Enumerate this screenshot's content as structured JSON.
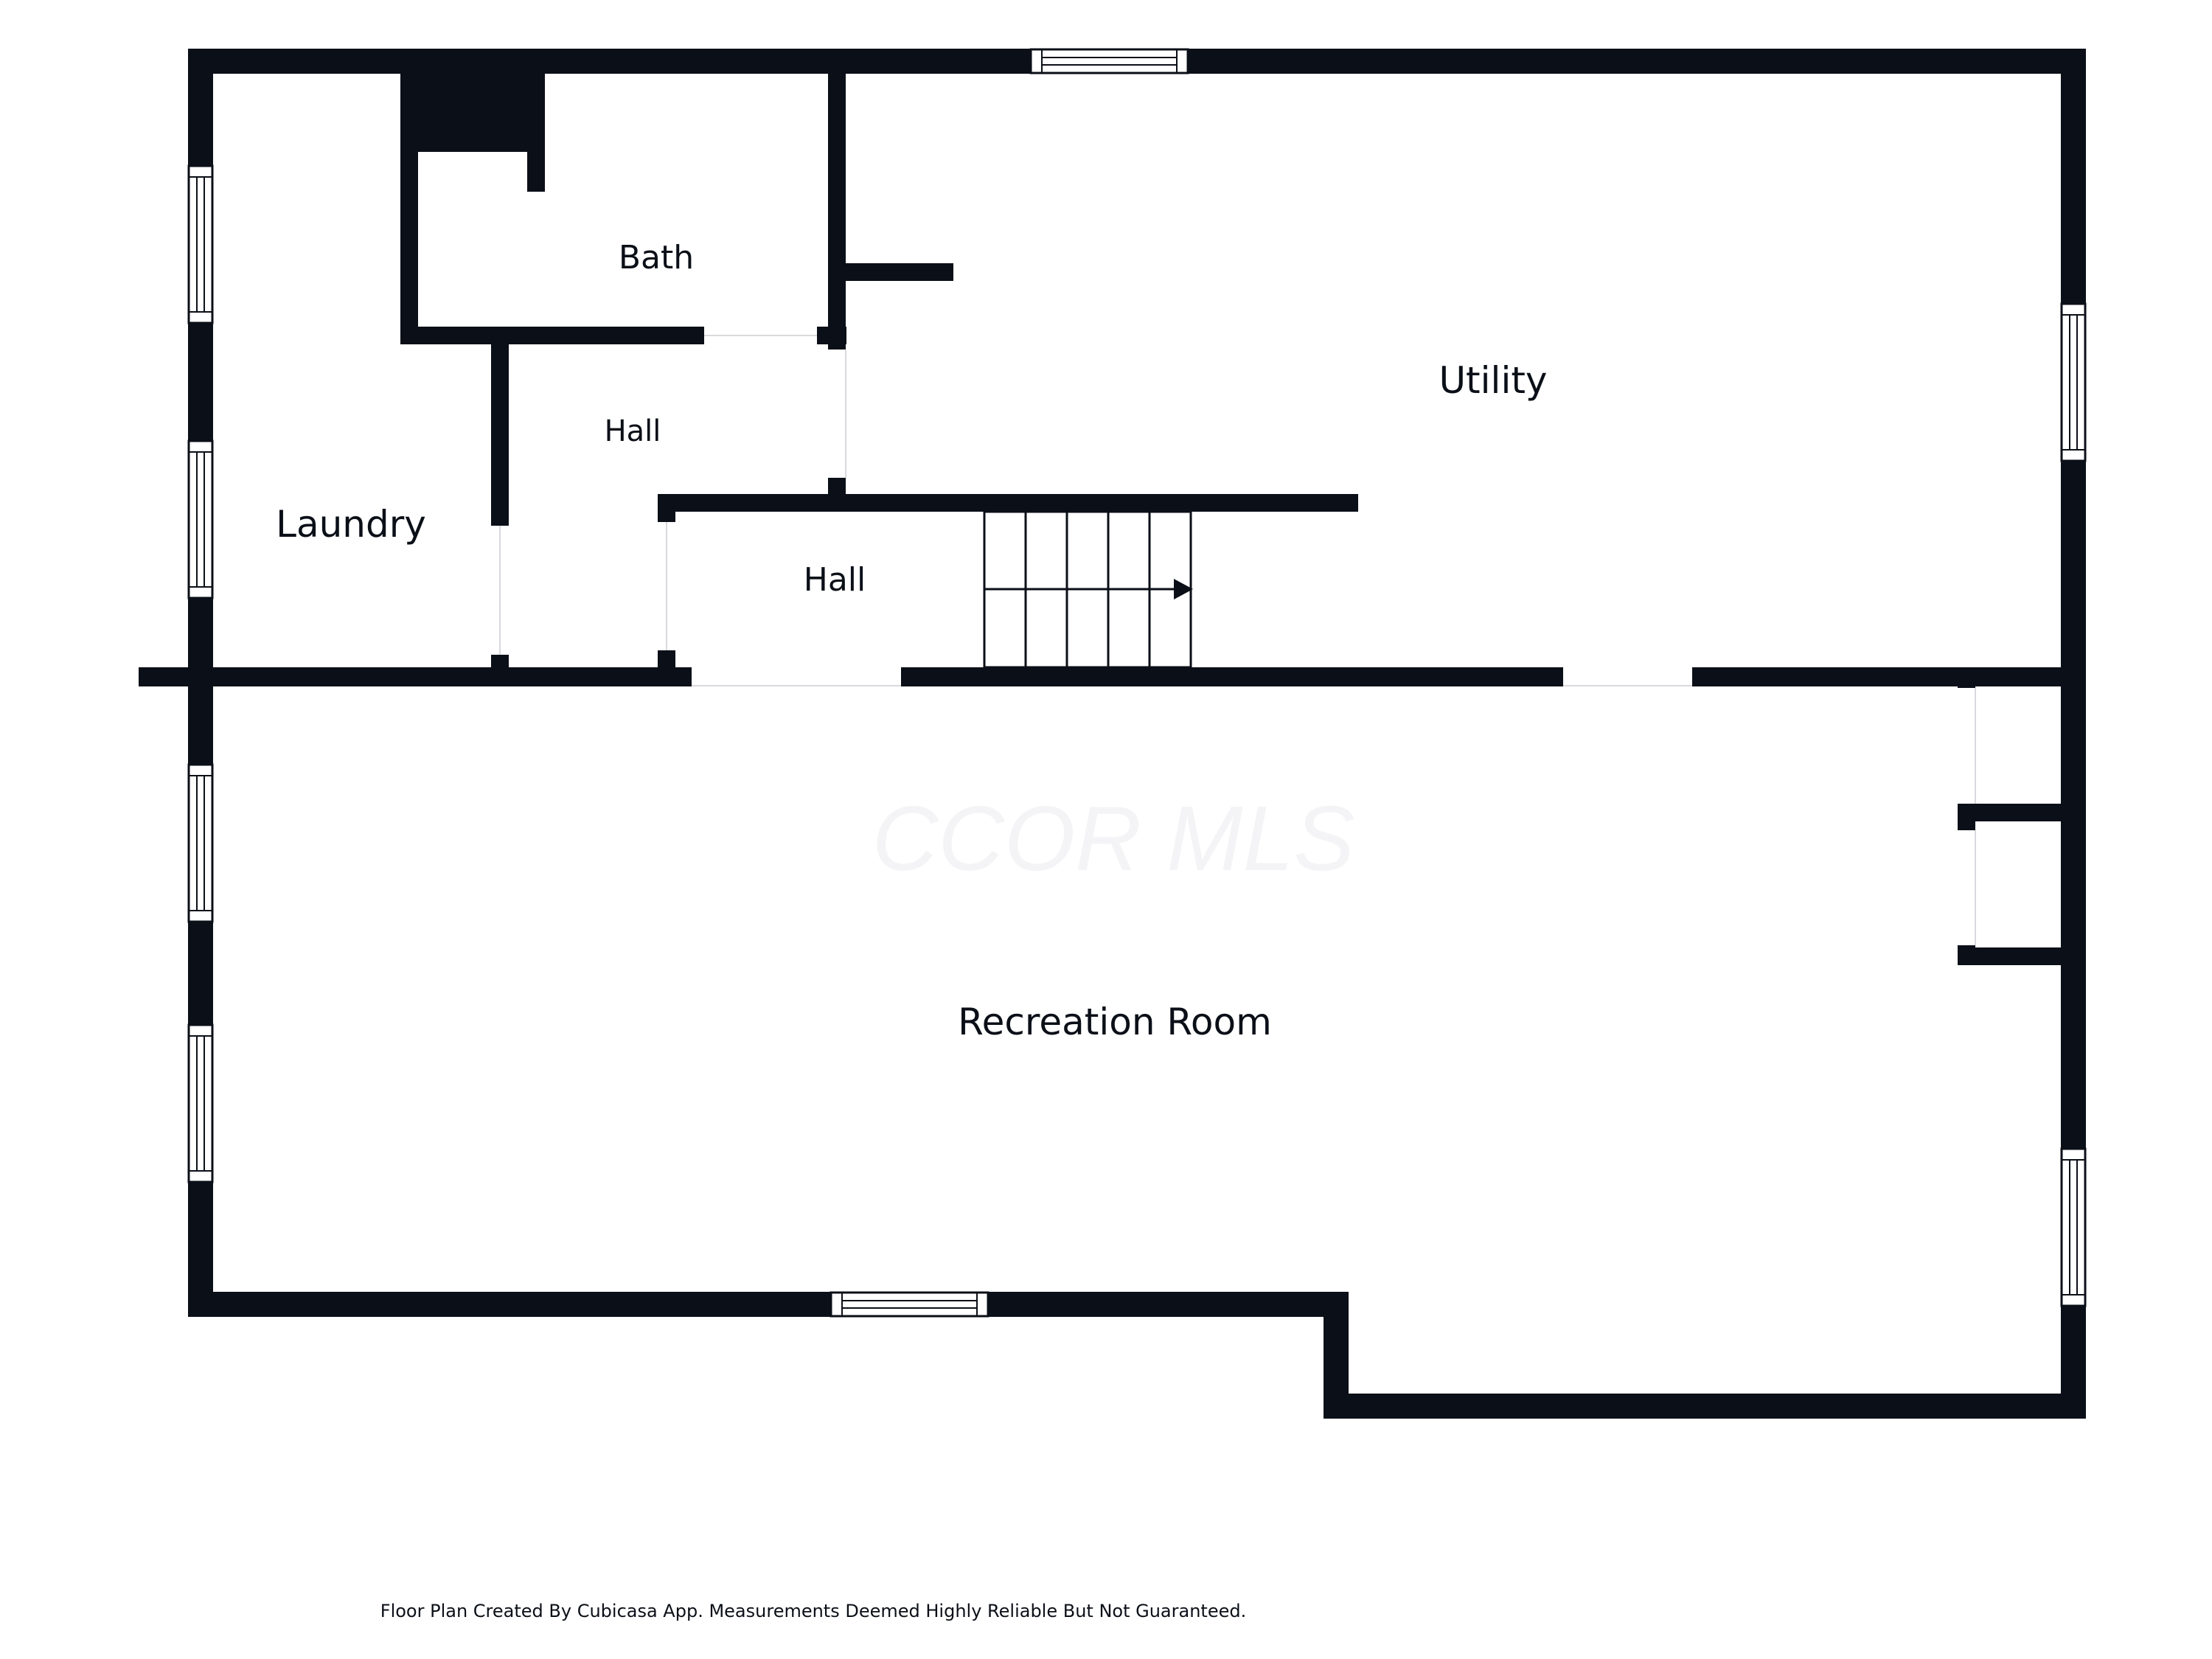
{
  "plan": {
    "wall_color": "#0b0f17",
    "background": "#ffffff",
    "rooms": {
      "bath": "Bath",
      "utility": "Utility",
      "hall_upper": "Hall",
      "laundry": "Laundry",
      "hall_lower": "Hall",
      "recreation": "Recreation Room"
    },
    "watermark": "CCOR MLS",
    "footer": "Floor Plan Created By Cubicasa App. Measurements Deemed Highly Reliable But Not Guaranteed."
  }
}
